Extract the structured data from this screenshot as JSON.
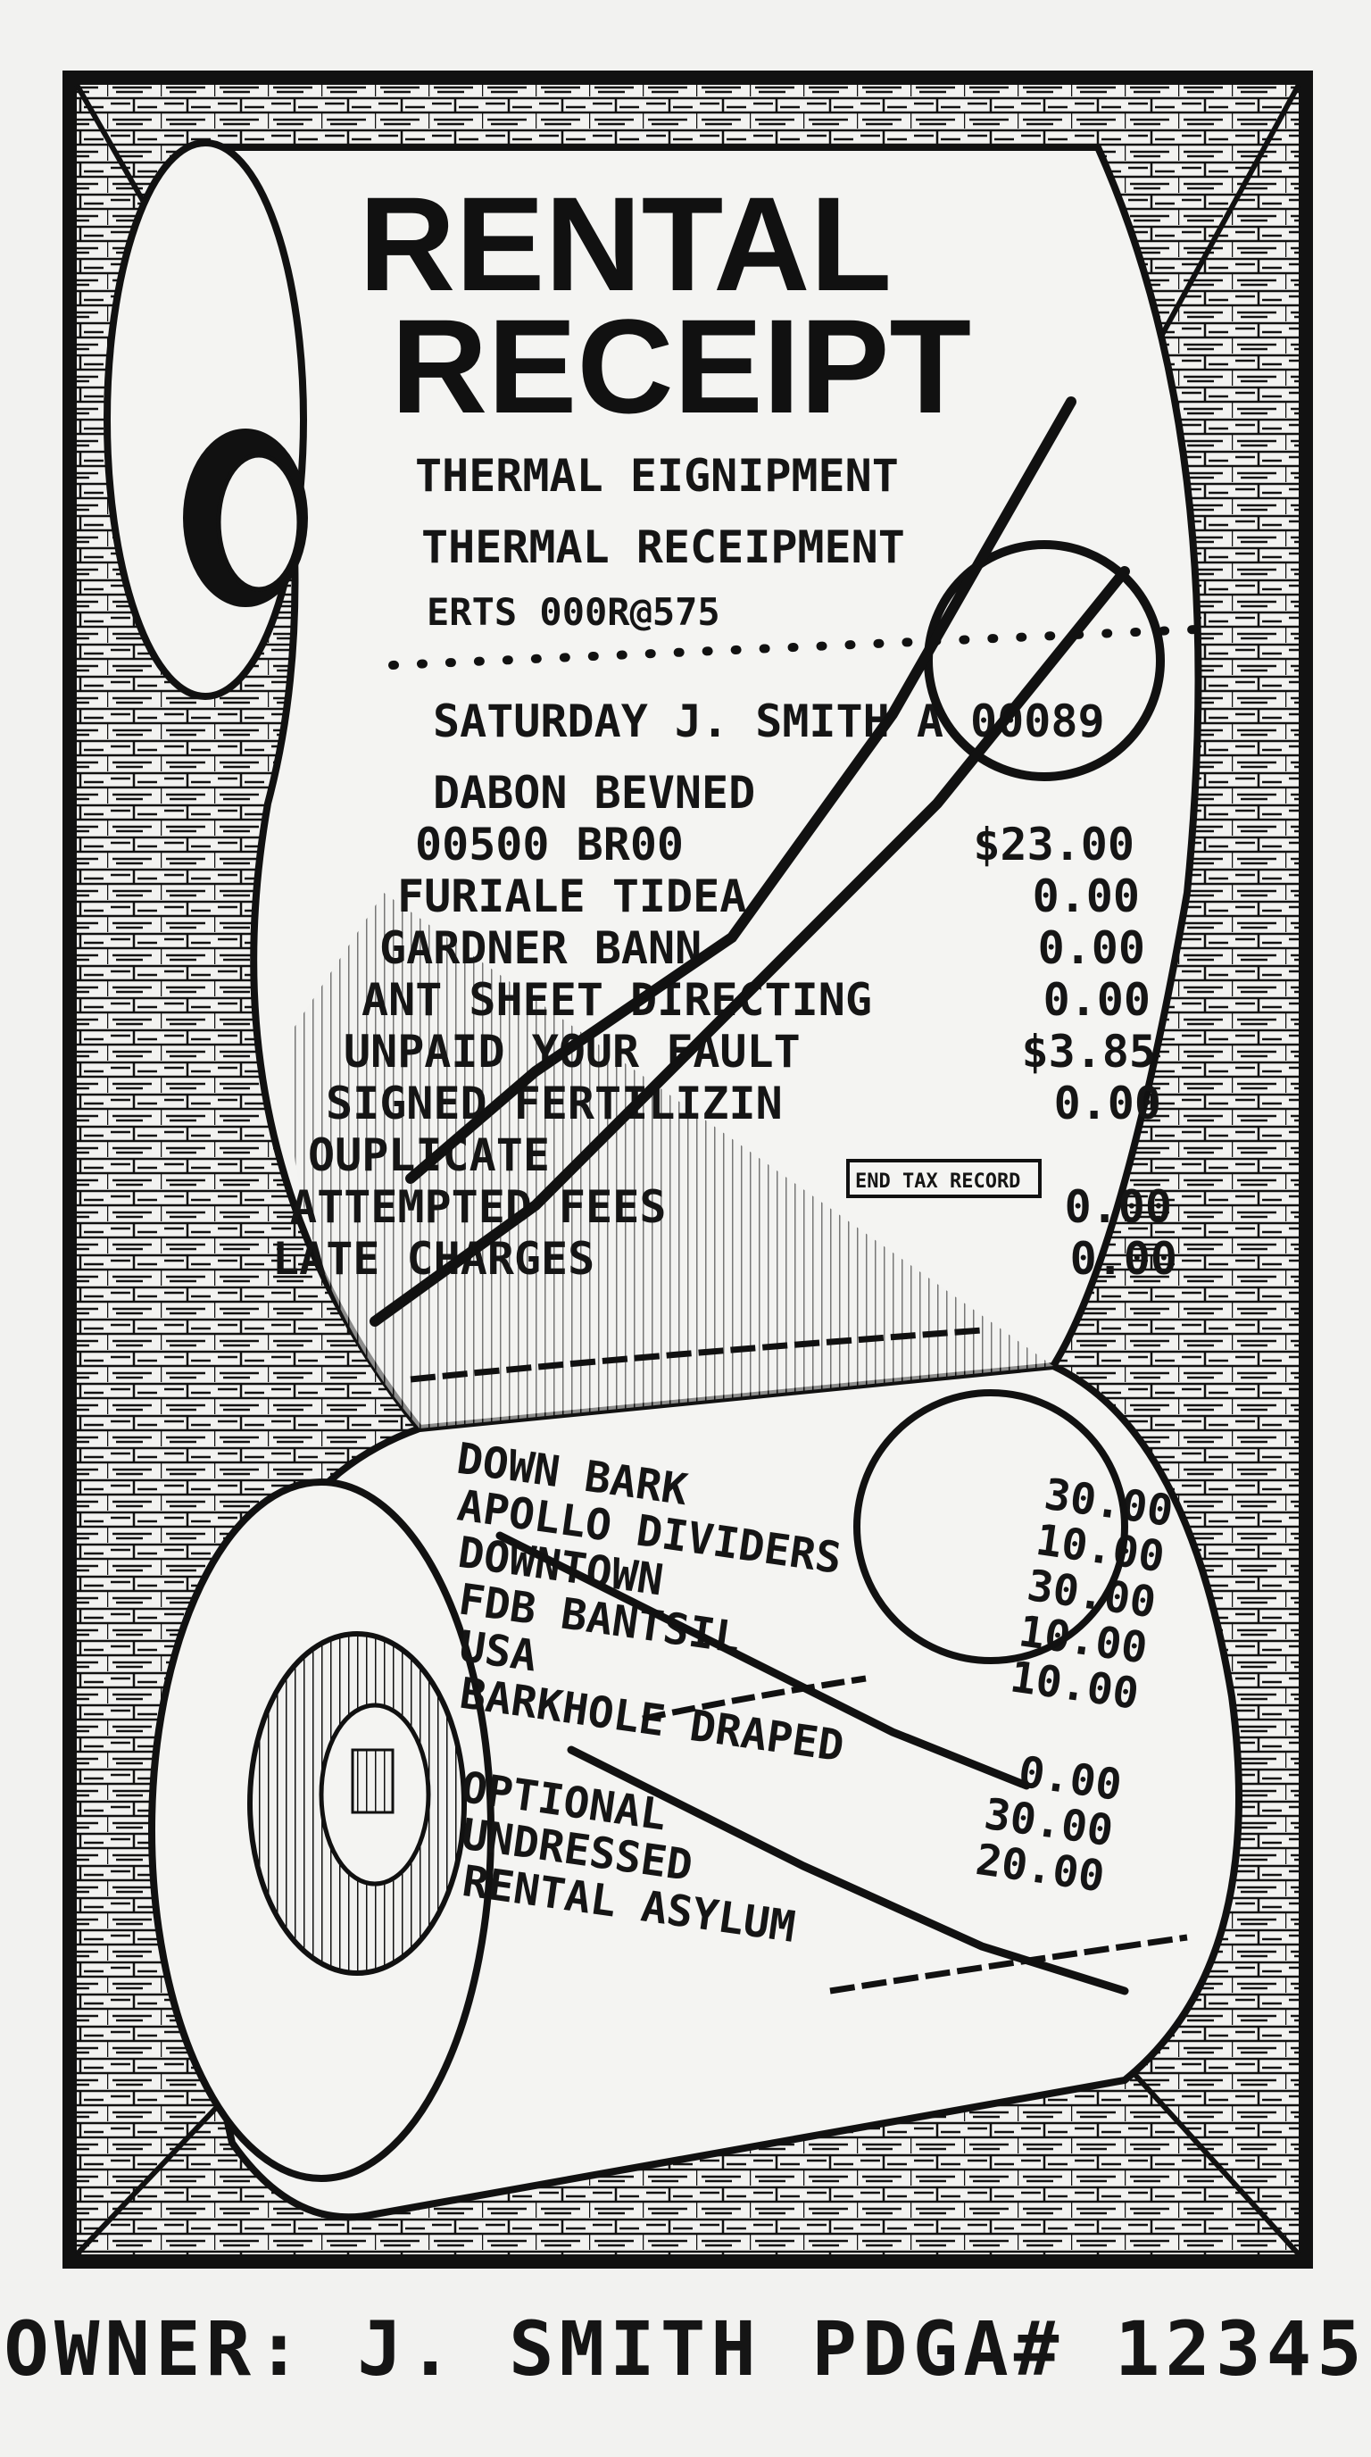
{
  "title": {
    "line1": "RENTAL",
    "line2": "RECEIPT"
  },
  "header_lines": [
    "THERMAL EIGNIPMENT",
    "THERMAL RECEIPMENT",
    "ERTS 000R@575"
  ],
  "customer_line": "SATURDAY J. SMITH A 00089",
  "upper_items": [
    {
      "label": "DABON BEVNED",
      "amount": ""
    },
    {
      "label": "00500 BR00",
      "amount": "$23.00"
    },
    {
      "label": "FURIALE TIDEA",
      "amount": "0.00"
    },
    {
      "label": "GARDNER BANN",
      "amount": "0.00"
    },
    {
      "label": "ANT SHEET DIRECTING",
      "amount": "0.00"
    },
    {
      "label": "UNPAID YOUR FAULT",
      "amount": "$3.85"
    },
    {
      "label": "SIGNED FERTILIZIN",
      "amount": "0.00"
    },
    {
      "label": "OUPLICATE",
      "amount": ""
    },
    {
      "label": "ATTEMPTED FEES",
      "amount": "0.00"
    },
    {
      "label": "LATE CHARGES",
      "amount": "0.00"
    }
  ],
  "stamp_label": "END TAX RECORD",
  "lower_items": [
    {
      "label": "",
      "amount": "30.00"
    },
    {
      "label": "DOWN BARK",
      "amount": "10.00"
    },
    {
      "label": "APOLLO DIVIDERS",
      "amount": "30.00"
    },
    {
      "label": "DOWNTOWN",
      "amount": "10.00"
    },
    {
      "label": "FDB BANTSIL",
      "amount": "10.00"
    },
    {
      "label": "USA",
      "amount": ""
    },
    {
      "label": "BARKHOLE DRAPED",
      "amount": "0.00"
    },
    {
      "label": "",
      "amount": "30.00"
    },
    {
      "label": "OPTIONAL",
      "amount": "20.00"
    },
    {
      "label": "UNDRESSED",
      "amount": ""
    },
    {
      "label": "RENTAL ASYLUM",
      "amount": ""
    }
  ],
  "caption": "OWNER: J. SMITH PDGA# 12345",
  "colors": {
    "ink": "#111111",
    "paper": "#f2f2f0"
  }
}
